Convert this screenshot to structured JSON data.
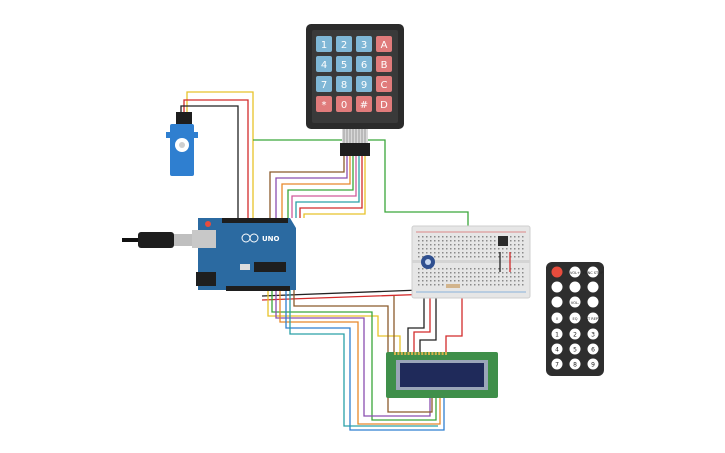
{
  "keypad": {
    "keys": [
      "1",
      "2",
      "3",
      "A",
      "4",
      "5",
      "6",
      "B",
      "7",
      "8",
      "9",
      "C",
      "*",
      "0",
      "#",
      "D"
    ],
    "colors": {
      "numeric": "#7fb7d6",
      "letter": "#e07b7b",
      "star": "#e07b7b",
      "body": "#2b2b2b"
    }
  },
  "arduino": {
    "brand": "UNO",
    "board_color": "#2b6aa1"
  },
  "remote": {
    "top_buttons": [
      "",
      "VOL+",
      "FUNC STOP"
    ],
    "row2": [
      "",
      "",
      ""
    ],
    "row3": [
      "",
      "VOL-",
      ""
    ],
    "row4": [
      "0",
      "EQ",
      "ST REPT"
    ],
    "digits": [
      "1",
      "2",
      "3",
      "4",
      "5",
      "6",
      "7",
      "8",
      "9"
    ],
    "colors": {
      "body": "#2e2e2e",
      "power": "#e84c3d",
      "button": "#ffffff"
    }
  },
  "lcd": {
    "colors": {
      "board": "#3f8f4a",
      "screen": "#1f2a5a"
    }
  },
  "wire_colors": {
    "red": "#d22b2b",
    "black": "#222222",
    "yellow": "#e8c22a",
    "green": "#3aa63a",
    "purple": "#8a4fb0",
    "brown": "#8b5a2b",
    "orange": "#e8882a",
    "blue": "#2f7fd0",
    "teal": "#2aa0a8",
    "pink": "#d05a9a"
  }
}
